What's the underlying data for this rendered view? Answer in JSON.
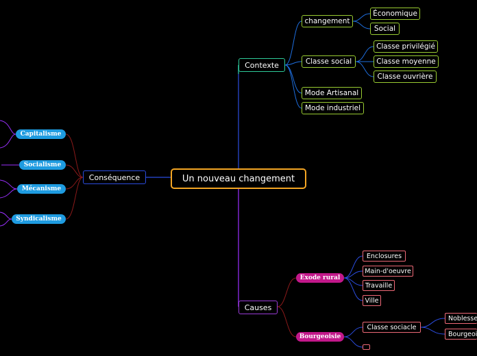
{
  "root": "Un nouveau changement",
  "contexte": {
    "label": "Contexte",
    "changement": {
      "label": "changement",
      "children": [
        "Économique",
        "Social"
      ]
    },
    "classe_social": {
      "label": "Classe social",
      "children": [
        "Classe privilégié",
        "Classe moyenne",
        "Classe ouvrière"
      ]
    },
    "mode_artisanal": "Mode Artisanal",
    "mode_industriel": "Mode industriel"
  },
  "consequence": {
    "label": "Conséquence",
    "children": [
      "Capitalisme",
      "Socialisme",
      "Mécanisme",
      "Syndicalisme"
    ]
  },
  "causes": {
    "label": "Causes",
    "exode": {
      "label": "Exode rural",
      "children": [
        "Enclosures",
        "Main-d'oeuvre",
        "Travaille",
        "Ville"
      ]
    },
    "bourgeoisie": {
      "label": "Bourgeoisie",
      "classe_sociacle": {
        "label": "Classe sociacle",
        "children": [
          "Noblesse",
          "Bourgeoisie"
        ]
      },
      "empty_child": ""
    }
  },
  "colors": {
    "root_border": "#f5a623",
    "contexte": "#2ecc9a",
    "contexte_children": "#9acd32",
    "consequence": "#2b4de0",
    "capitalisme_branch": "#8b1a1a",
    "causes": "#9b3dd9",
    "pill_blue": "#1e9be0",
    "pill_magenta": "#c2188a",
    "leaf_pink": "#f06a78",
    "purple_edge": "#9b30ff"
  }
}
